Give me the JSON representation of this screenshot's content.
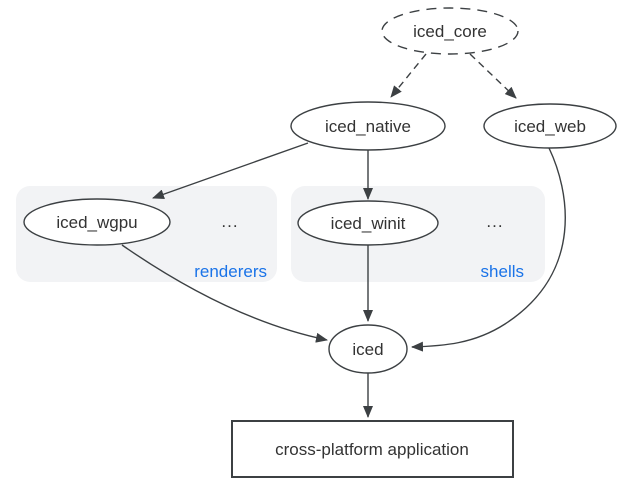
{
  "diagram": {
    "nodes": {
      "iced_core": {
        "label": "iced_core",
        "shape": "ellipse",
        "border": "dashed"
      },
      "iced_native": {
        "label": "iced_native",
        "shape": "ellipse",
        "border": "solid"
      },
      "iced_web": {
        "label": "iced_web",
        "shape": "ellipse",
        "border": "solid"
      },
      "iced_wgpu": {
        "label": "iced_wgpu",
        "shape": "ellipse",
        "border": "solid"
      },
      "iced_winit": {
        "label": "iced_winit",
        "shape": "ellipse",
        "border": "solid"
      },
      "iced": {
        "label": "iced",
        "shape": "ellipse",
        "border": "solid"
      },
      "app": {
        "label": "cross-platform application",
        "shape": "rectangle",
        "border": "solid"
      }
    },
    "groups": {
      "renderers": {
        "label": "renderers",
        "ellipsis": "...",
        "contains": [
          "iced_wgpu"
        ]
      },
      "shells": {
        "label": "shells",
        "ellipsis": "...",
        "contains": [
          "iced_winit"
        ]
      }
    },
    "edges": [
      {
        "from": "iced_core",
        "to": "iced_native",
        "style": "dashed"
      },
      {
        "from": "iced_core",
        "to": "iced_web",
        "style": "dashed"
      },
      {
        "from": "iced_native",
        "to": "iced_wgpu",
        "style": "solid"
      },
      {
        "from": "iced_native",
        "to": "iced_winit",
        "style": "solid"
      },
      {
        "from": "iced_wgpu",
        "to": "iced",
        "style": "solid"
      },
      {
        "from": "iced_winit",
        "to": "iced",
        "style": "solid"
      },
      {
        "from": "iced_web",
        "to": "iced",
        "style": "solid"
      },
      {
        "from": "iced",
        "to": "app",
        "style": "solid"
      }
    ]
  },
  "colors": {
    "stroke": "#3c4043",
    "text": "#333333",
    "accent": "#1a73e8",
    "group_fill": "#f2f3f5",
    "node_fill": "#ffffff",
    "bg": "#ffffff"
  }
}
